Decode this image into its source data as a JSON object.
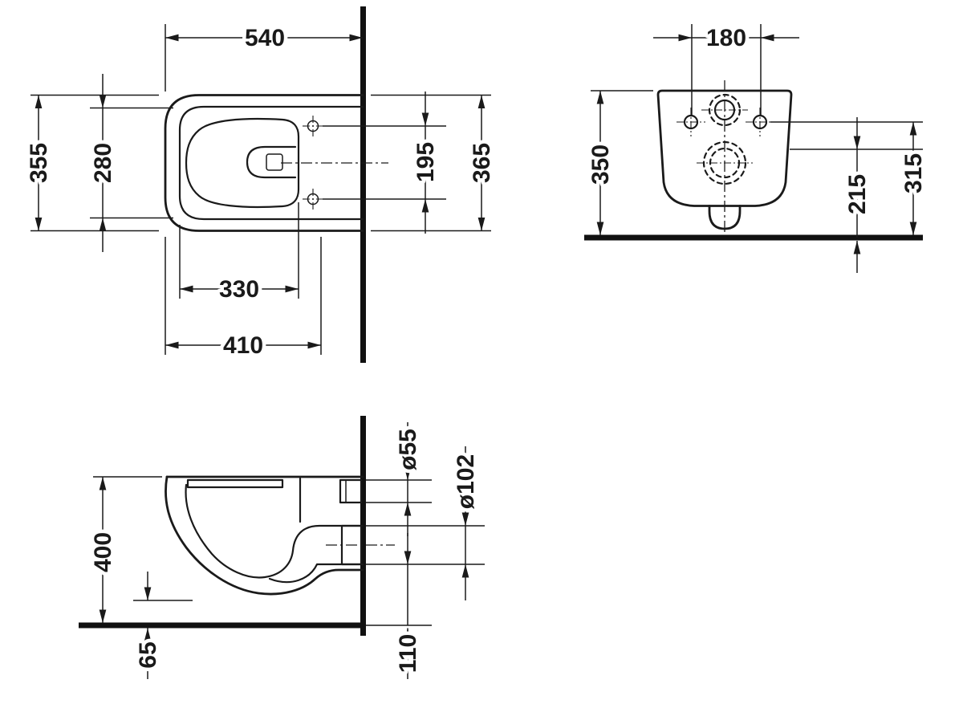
{
  "colors": {
    "ink": "#1a1a1a",
    "background": "#ffffff"
  },
  "views": {
    "plan": {
      "dims": {
        "overall_width": "540",
        "overall_depth": "355",
        "bowl_depth": "280",
        "hole_spacing": "195",
        "depth_right": "365",
        "inner_width": "330",
        "front_width": "410"
      }
    },
    "front": {
      "dims": {
        "top_spacing": "180",
        "height": "350",
        "outlet_height": "215",
        "fixing_height": "315"
      }
    },
    "side": {
      "dims": {
        "rim_height": "400",
        "front_clearance": "65",
        "inlet_dia": "ø55",
        "outlet_dia": "ø102",
        "outlet_bottom": "110"
      }
    }
  }
}
